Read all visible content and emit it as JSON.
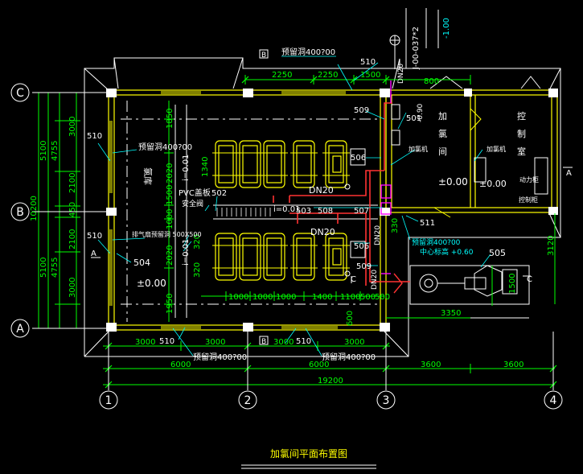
{
  "colors": {
    "background": "#000000",
    "wall": "#ffff00",
    "outline": "#ffffff",
    "dimension": "#00ff00",
    "annotation": "#00ffff",
    "pipe": "#ff3333",
    "accent": "#ff00ff"
  },
  "title": "加氯间平面布置图",
  "grid_axes": {
    "columns": [
      "1",
      "2",
      "3",
      "4"
    ],
    "rows": [
      "C",
      "B",
      "A"
    ]
  },
  "dims": {
    "top_2250_a": "2250",
    "top_2250_b": "2250",
    "top_1500": "1500",
    "top_800": "800",
    "bot_3000_a": "3000",
    "bot_3000_b": "3000",
    "bot_3000_c": "3000",
    "bot_3000_d": "3000",
    "bot_6000_a": "6000",
    "bot_6000_b": "6000",
    "bot_3600_a": "3600",
    "bot_3600_b": "3600",
    "bot_total": "19200",
    "left_10200": "10200",
    "left_5100_a": "5100",
    "left_5100_b": "5100",
    "left_4755_a": "4755",
    "left_4755_b": "4755",
    "left_3000_a": "3000",
    "left_3000_b": "3000",
    "left_2100_a": "2100",
    "left_2100_b": "2100",
    "left_450": "450",
    "in_1850": "1850",
    "in_2020_a": "2020",
    "in_2020_b": "2020",
    "in_1340": "1340",
    "in_1500": "1500",
    "in_1000": "1000",
    "in_320_a": "320",
    "in_320_b": "320",
    "in_1950": "1950",
    "row_1000_a": "1000",
    "row_1000_b": "1000",
    "row_1000_c": "1000",
    "row_1400": "1400",
    "row_1100": "1100",
    "row_500_a": "500",
    "row_500_b": "500",
    "dim_3350": "3350",
    "dim_1500_r": "1500",
    "dim_3120": "3120",
    "dim_600": "600",
    "dim_330": "330"
  },
  "labels": {
    "tag_510_a": "510",
    "tag_510_b": "510",
    "tag_510_c": "510",
    "tag_510_d": "510",
    "tag_510_e": "510",
    "tag_509_a": "509",
    "tag_509_b": "509",
    "tag_501": "501",
    "tag_506_a": "506",
    "tag_506_b": "506",
    "tag_502": "502",
    "tag_503": "503",
    "tag_508": "508",
    "tag_507": "507",
    "tag_511": "511",
    "tag_504": "504",
    "tag_505": "505",
    "pipe_dn20_top": "DN20",
    "pipe_dn20_b": "DN20",
    "pipe_dn20_c": "DN20",
    "pipe_dn20_d": "DN20",
    "pipe_dn20_v": "DN20",
    "level_main": "±0.00",
    "level_dosing": "±0.00",
    "level_control": "±0.00",
    "level_0_01_a": "i=0.01",
    "level_0_01_b": "i=0.01",
    "level_0_01_c": "i=0.01",
    "level_neg_090": "-0.90",
    "level_neg_100": "-1.00",
    "level_060": "中心标高 +0.60",
    "pipe_code": "J-00-037*2",
    "sleeve_top": "预留洞400?00",
    "sleeve_left": "预留洞400?00",
    "sleeve_right": "预留洞400?00",
    "sleeve_bot_a": "预留洞400?00",
    "sleeve_bot_b": "预留洞400?00",
    "room_chlorine": "氯库",
    "room_dosing_1": "加",
    "room_dosing_2": "氯",
    "room_dosing_3": "间",
    "room_control_1": "控",
    "room_control_2": "制",
    "room_control_3": "室",
    "pvc_trench": "PVC盖板",
    "safety_valve": "安全阀",
    "exhaust": "排气扇预留洞 500X500",
    "cabinet_power": "动力柜",
    "cabinet_control": "控制柜",
    "dosing_device": "加氯机",
    "dosing_device_2": "加氯机",
    "window_a": "A",
    "window_a2": "A",
    "section_b_top": "B",
    "section_b_bot": "B",
    "section_c_left": "C",
    "section_c_right": "C"
  }
}
